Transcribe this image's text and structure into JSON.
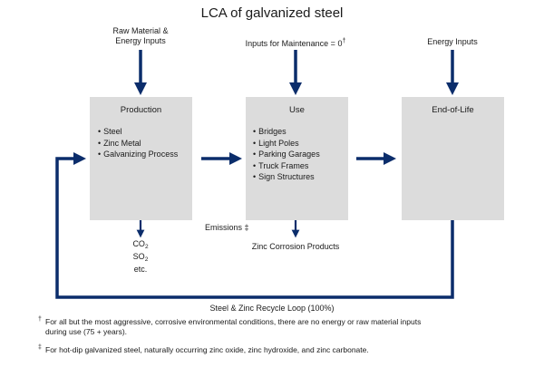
{
  "title": "LCA of galvanized steel",
  "colors": {
    "arrow": "#0b2d6b",
    "box": "#dcdcdc"
  },
  "inputs": {
    "production": [
      "Raw Material &",
      "Energy Inputs"
    ],
    "use": "Inputs for Maintenance  = 0",
    "use_mark": "†",
    "end_of_life": "Energy Inputs"
  },
  "stages": {
    "production": {
      "title": "Production",
      "items": [
        "Steel",
        "Zinc Metal",
        "Galvanizing Process"
      ]
    },
    "use": {
      "title": "Use",
      "items": [
        "Bridges",
        "Light Poles",
        "Parking Garages",
        "Truck Frames",
        "Sign Structures"
      ]
    },
    "end_of_life": {
      "title": "End-of-Life"
    }
  },
  "outputs": {
    "production": {
      "co": "CO",
      "co_sub": "2",
      "so": "SO",
      "so_sub": "2",
      "etc": "etc."
    },
    "emissions": "Emissions ‡",
    "use": "Zinc Corrosion Products"
  },
  "recycle_loop": "Steel & Zinc Recycle Loop (100%)",
  "footnotes": [
    {
      "mark": "†",
      "text": "For all but the most aggressive, corrosive environmental conditions, there are no energy or raw material inputs during use (75 + years)."
    },
    {
      "mark": "‡",
      "text": "For hot-dip galvanized steel, naturally occurring zinc oxide, zinc hydroxide, and zinc carbonate."
    }
  ]
}
